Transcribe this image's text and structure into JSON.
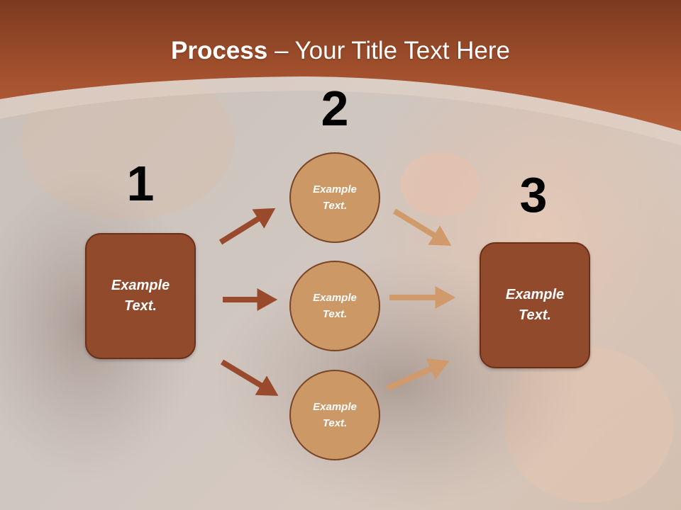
{
  "slide": {
    "title_bold": "Process",
    "title_rest": " – Your Title Text Here",
    "steps": [
      {
        "number": "1",
        "text_line1": "Example",
        "text_line2": "Text."
      },
      {
        "number": "2"
      },
      {
        "number": "3",
        "text_line1": "Example",
        "text_line2": "Text."
      }
    ],
    "circles": [
      {
        "text_line1": "Example",
        "text_line2": "Text."
      },
      {
        "text_line1": "Example",
        "text_line2": "Text."
      },
      {
        "text_line1": "Example",
        "text_line2": "Text."
      }
    ],
    "colors": {
      "header_band": "#a5522e",
      "box_fill": "#924a2c",
      "circle_fill": "#cc9865",
      "left_arrows": "#9a4a2c",
      "right_arrows": "#d09a6b"
    }
  }
}
